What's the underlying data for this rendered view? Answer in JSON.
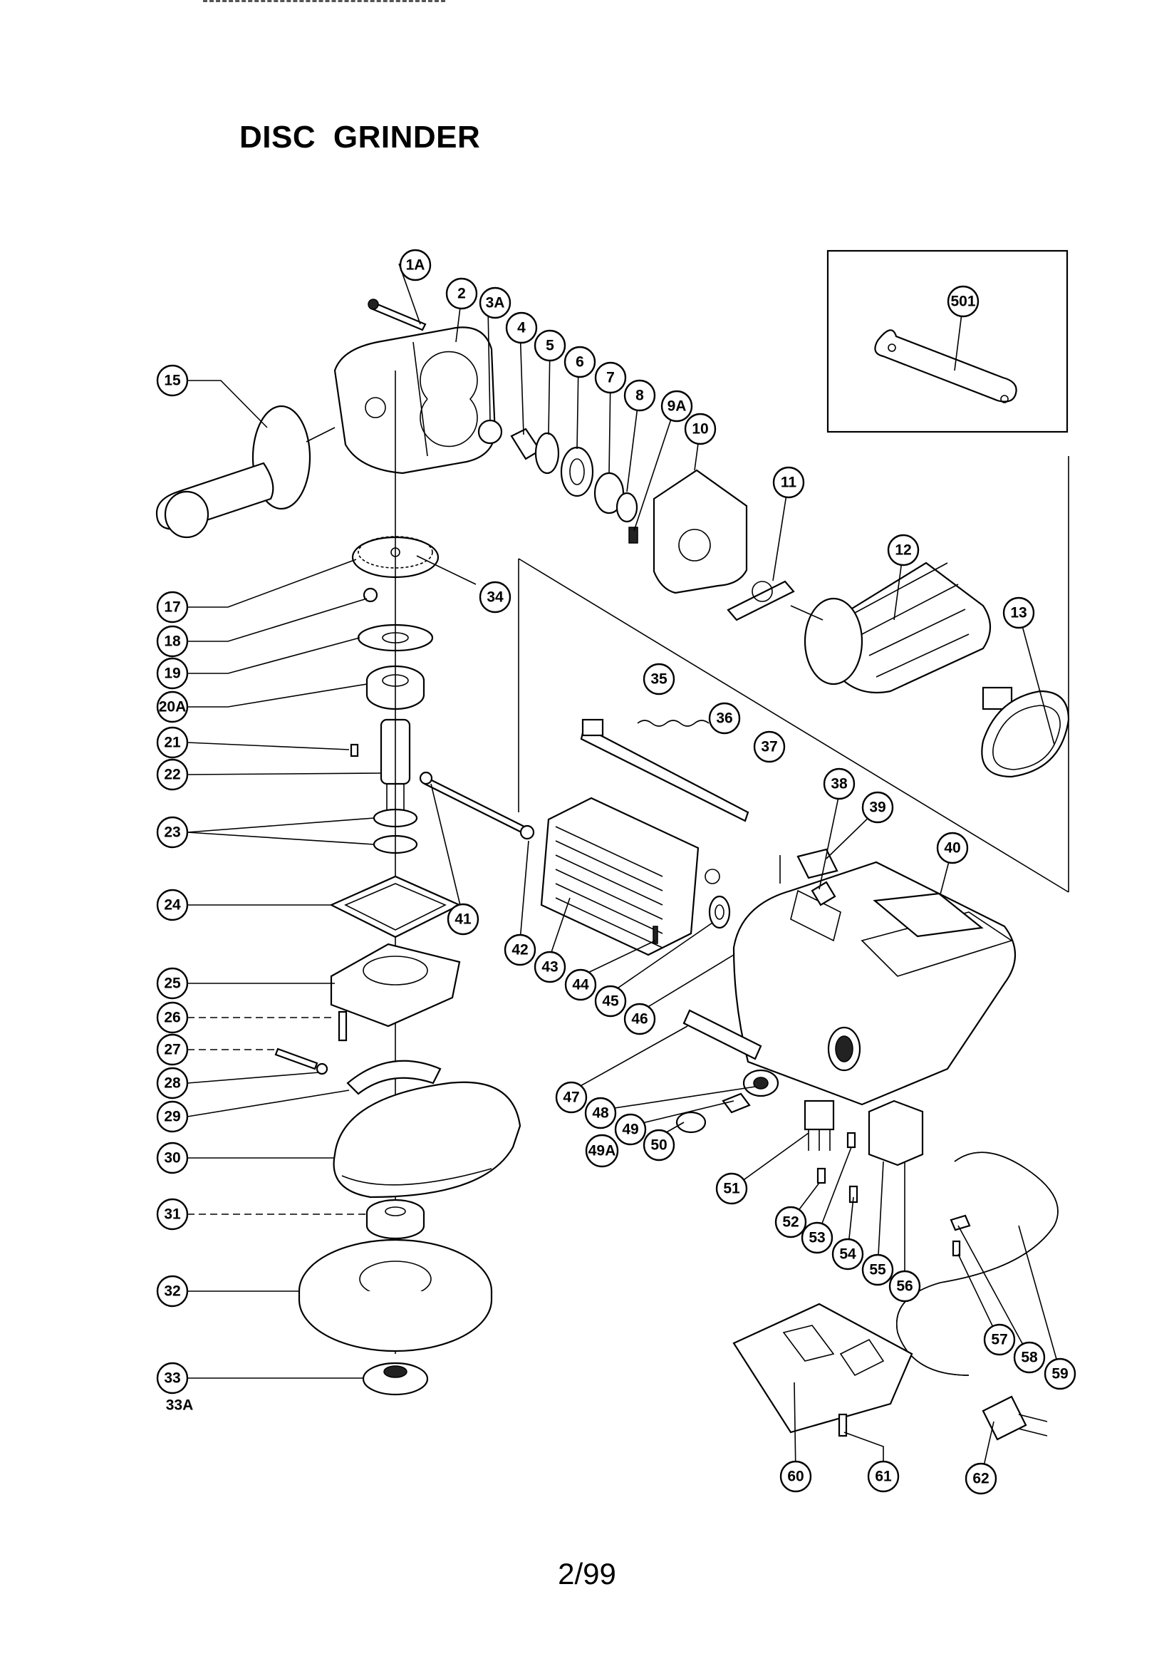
{
  "header": {
    "title": "DISC  GRINDER"
  },
  "footer": {
    "page_number": "2/99"
  },
  "callouts": {
    "c1A": "1A",
    "c2": "2",
    "c3A": "3A",
    "c4": "4",
    "c5": "5",
    "c6": "6",
    "c7": "7",
    "c8": "8",
    "c9A": "9A",
    "c10": "10",
    "c11": "11",
    "c12": "12",
    "c13": "13",
    "c15": "15",
    "c17": "17",
    "c18": "18",
    "c19": "19",
    "c20A": "20A",
    "c21": "21",
    "c22": "22",
    "c23": "23",
    "c24": "24",
    "c25": "25",
    "c26": "26",
    "c27": "27",
    "c28": "28",
    "c29": "29",
    "c30": "30",
    "c31": "31",
    "c32": "32",
    "c33": "33",
    "c33A": "33A",
    "c34": "34",
    "c35": "35",
    "c36": "36",
    "c37": "37",
    "c38": "38",
    "c39": "39",
    "c40": "40",
    "c41": "41",
    "c42": "42",
    "c43": "43",
    "c44": "44",
    "c45": "45",
    "c46": "46",
    "c47": "47",
    "c48": "48",
    "c49": "49",
    "c49A": "49A",
    "c50": "50",
    "c51": "51",
    "c52": "52",
    "c53": "53",
    "c54": "54",
    "c55": "55",
    "c56": "56",
    "c57": "57",
    "c58": "58",
    "c59": "59",
    "c60": "60",
    "c61": "61",
    "c62": "62",
    "c501": "501"
  }
}
